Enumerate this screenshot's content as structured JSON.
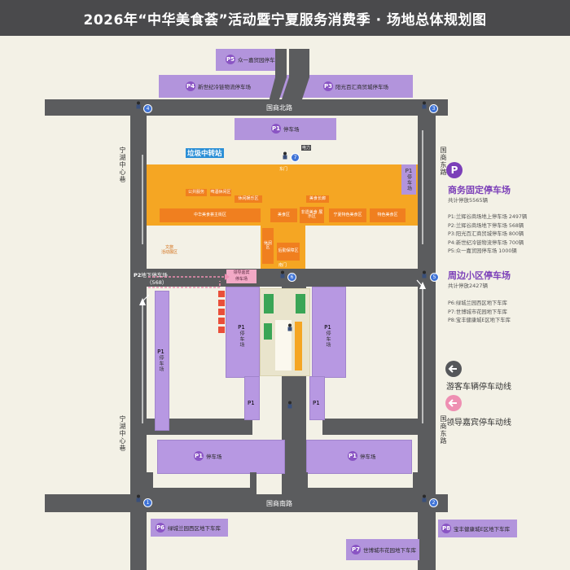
{
  "header": {
    "title": "2026年“中华美食荟”活动暨宁夏服务消费季 · 场地总体规划图"
  },
  "roads": {
    "north": "国商北路",
    "south": "国商南路",
    "east": "国商东路",
    "west": "宁湖中心巷"
  },
  "parking_top": [
    {
      "badge": "P5",
      "label": "众一嘉贸园停车场"
    },
    {
      "badge": "P4",
      "label": "新世纪冷链物流停车场"
    },
    {
      "badge": "P3",
      "label": "阳光百汇商贸城停车场"
    }
  ],
  "on_site": {
    "p1_north": {
      "badge": "P1",
      "label": "停车场"
    },
    "waste_station": "垃圾中转站",
    "power": "电力",
    "gate_north": "东门",
    "gate_south": "南门",
    "p1_east": {
      "badge": "P1",
      "label": "停车场"
    },
    "p2": {
      "badge": "P2",
      "label": "地下停车场",
      "count": "（568）"
    },
    "pink_box": "领导嘉宾\n停车场",
    "p1_mid_left": {
      "badge": "P1",
      "label": "停车场"
    },
    "p1_mid_right": {
      "badge": "P1",
      "label": "停车场"
    },
    "p1_west": {
      "badge": "P1",
      "label": "停车场"
    },
    "p1_col_left": {
      "badge": "P1"
    },
    "p1_col_right": {
      "badge": "P1"
    },
    "p1_bottom_left": {
      "badge": "P1",
      "label": "停车场"
    },
    "p1_bottom_right": {
      "badge": "P1",
      "label": "停车场"
    }
  },
  "venue_boxes": [
    "中华美食荟主街区",
    "美食区",
    "非遗美食\n展示区",
    "宁夏特色美食区",
    "特色美食区",
    "美食长廊",
    "公共服务",
    "啤酒休闲区",
    "休闲娱乐区",
    "休闲区",
    "后勤保障区",
    "文旅\n活动展区"
  ],
  "parking_bottom": [
    {
      "badge": "P6",
      "label": "绿城兰园西区地下车库"
    },
    {
      "badge": "P7",
      "label": "世博城市花园地下车库"
    },
    {
      "badge": "P8",
      "label": "宝丰健康城E区地下车库"
    }
  ],
  "legend": {
    "p_icon": "P",
    "business_title": "商务固定停车场",
    "business_total": "共计停放5565辆",
    "business_list": [
      "P1:兰辉谷商场地上停车场 2497辆",
      "P2:兰辉谷商场地下停车场 568辆",
      "P3:阳光百汇商贸城停车场 800辆",
      "P4:新世纪冷链物流停车场 700辆",
      "P5:众一嘉贸园停车场 1000辆"
    ],
    "community_title": "周边小区停车场",
    "community_total": "共计停放2427辆",
    "community_list": [
      "P6:绿城兰园西区地下车库",
      "P7:世博城市花园地下车库",
      "P8:宝丰健康城E区地下车库"
    ],
    "visitor_route": "游客车辆停车动线",
    "vip_route": "领导嘉宾停车动线",
    "colors": {
      "visitor": "#55575a",
      "vip": "#ee8fb2",
      "purple": "#7b3fb8"
    }
  },
  "nodes": [
    "4",
    "3",
    "7",
    "6",
    "5",
    "1",
    "2"
  ]
}
